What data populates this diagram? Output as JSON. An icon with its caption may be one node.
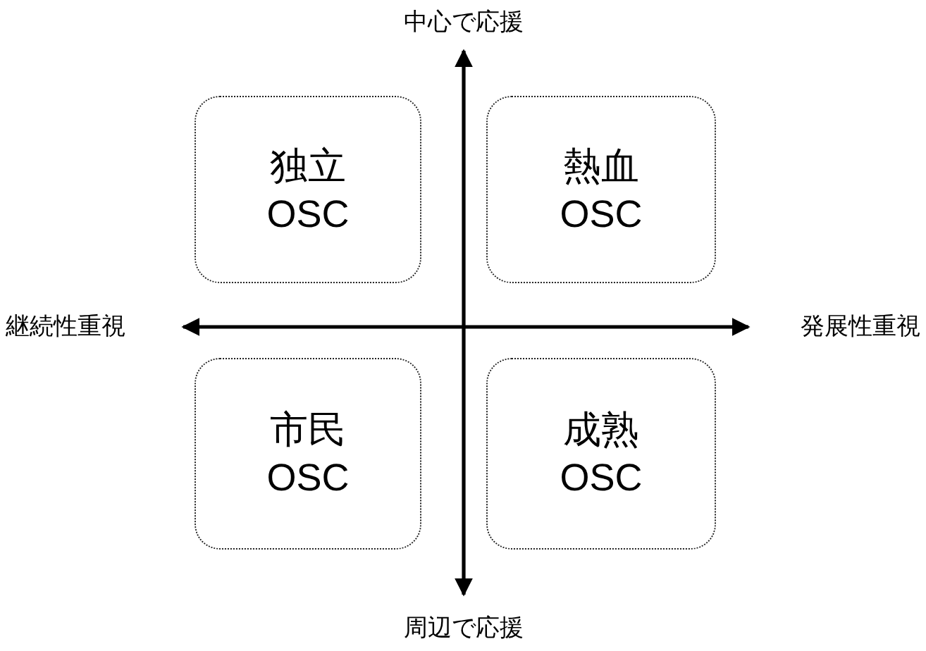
{
  "diagram": {
    "nodes": [
      {
        "text": [
          "独立",
          "OSC"
        ]
      },
      {
        "text": [
          "熱血",
          "OSC"
        ]
      },
      {
        "text": [
          "市民",
          "OSC"
        ]
      },
      {
        "text": [
          "成熟",
          "OSC"
        ]
      }
    ],
    "labels": [
      "中心で応援",
      "継続性重視",
      "発展性重視",
      "周辺で応援"
    ]
  }
}
